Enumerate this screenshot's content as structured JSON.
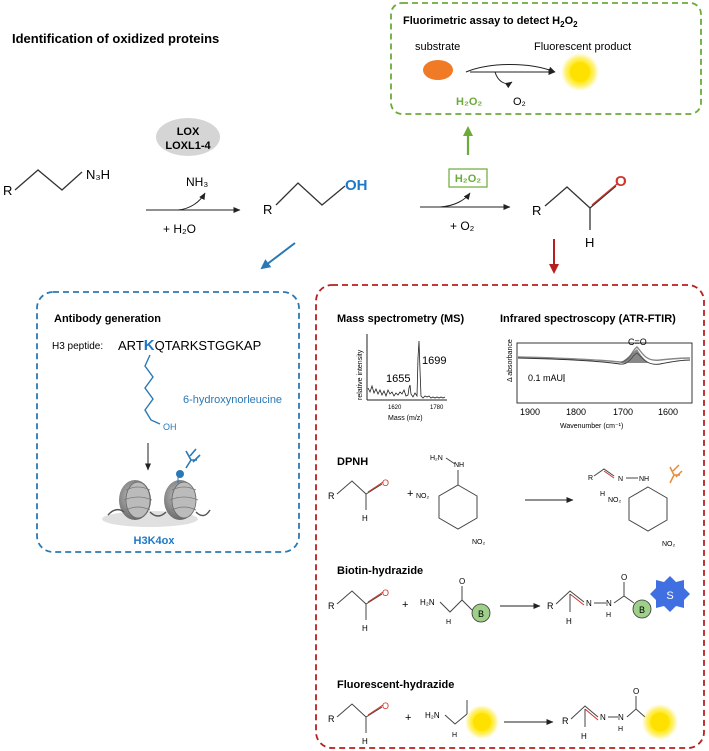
{
  "title": "Identification of oxidized proteins",
  "colors": {
    "green": "#6cab3a",
    "blue": "#2a79b5",
    "red": "#b81e1e",
    "hydroxyl_blue": "#1e78c8",
    "carbonyl_red": "#d0342c",
    "orange_substrate": "#f07a26",
    "yellow_glow": "#ffe200",
    "bead_green": "#9fd08a",
    "star_blue": "#3f6fe0",
    "enzyme_grey": "#d5d5d5",
    "antibody_orange": "#e88a3a"
  },
  "enzyme": {
    "line1": "LOX",
    "line2": "LOXL1-4"
  },
  "reaction": {
    "amine": {
      "R": "R",
      "group": "N₃H"
    },
    "step1": {
      "product": "NH₃",
      "reagent": "+ H₂O"
    },
    "alcohol": {
      "R": "R",
      "group": "OH"
    },
    "step2": {
      "boxed": "H₂O₂",
      "reagent": "+ O₂"
    },
    "aldehyde": {
      "R": "R",
      "O": "O",
      "H": "H"
    }
  },
  "fluorimetric": {
    "title_main": "Fluorimetric assay to detect H",
    "title_sub1": "2",
    "title_mid": "O",
    "title_sub2": "2",
    "substrate_label": "substrate",
    "product_label": "Fluorescent product",
    "h2o2": "H₂O₂",
    "o2": "O₂"
  },
  "antibody": {
    "title": "Antibody generation",
    "peptide_label": "H3 peptide:",
    "seq_a": "ART",
    "seq_k": "K",
    "seq_b": "QTARKSTGGKAP",
    "oh": "OH",
    "modification": "6-hydroxynorleucine",
    "result": "H3K4ox"
  },
  "ms": {
    "title": "Mass spectrometry (MS)",
    "ylabel": "relative intensity",
    "xlabel": "Mass (m/z)",
    "peak1": "1655",
    "peak2": "1699",
    "tick1": "1620",
    "tick2": "1780"
  },
  "ir": {
    "title": "Infrared spectroscopy (ATR-FTIR)",
    "ylabel": "Δ absorbance",
    "peak": "C=O",
    "scale": "0.1 mAU",
    "ticks": [
      "1900",
      "1800",
      "1700",
      "1600"
    ],
    "xlabel": "Wavenumber (cm⁻¹)"
  },
  "dpnh": {
    "title": "DPNH",
    "R": "R",
    "O": "O",
    "H": "H",
    "plus": "+",
    "NH": "NH",
    "H2N": "H₂N",
    "NO2": "NO₂",
    "N": "N"
  },
  "biotin": {
    "title": "Biotin-hydrazide",
    "R": "R",
    "O": "O",
    "H": "H",
    "plus": "+",
    "H2N": "H₂N",
    "N": "N",
    "bead": "B",
    "star": "S"
  },
  "fluor": {
    "title": "Fluorescent-hydrazide",
    "R": "R",
    "O": "O",
    "H": "H",
    "plus": "+",
    "H2N": "H₂N",
    "N": "N"
  }
}
